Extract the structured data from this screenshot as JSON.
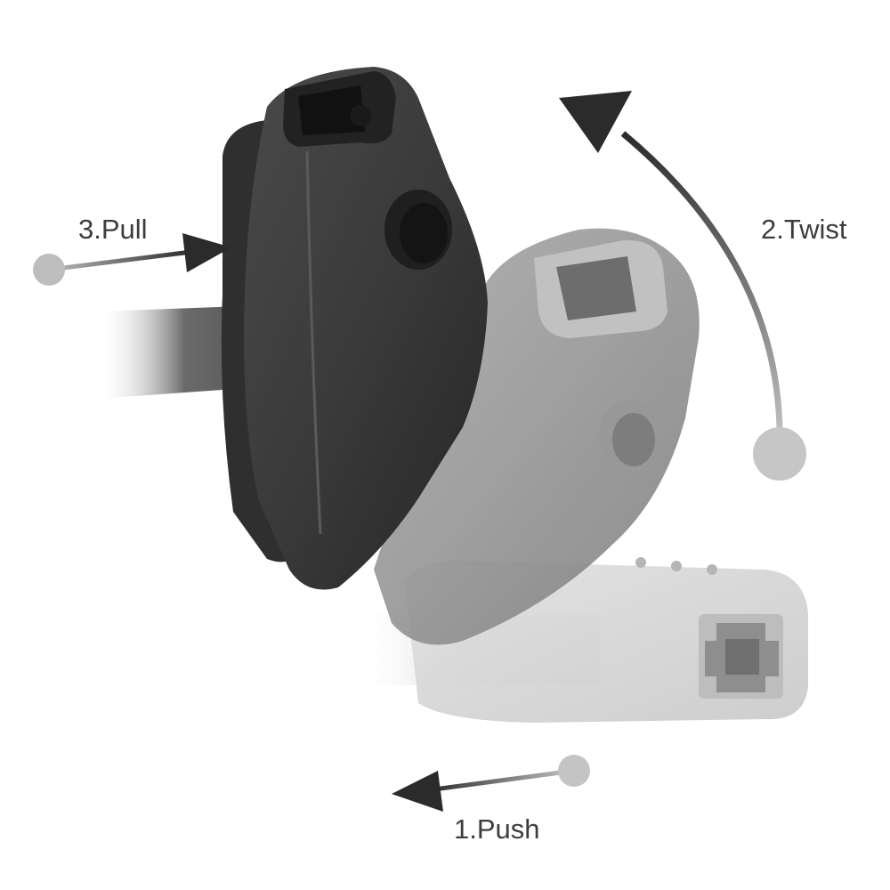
{
  "steps": [
    {
      "number": 1,
      "label": "1.Push"
    },
    {
      "number": 2,
      "label": "2.Twist"
    },
    {
      "number": 3,
      "label": "3.Pull"
    }
  ],
  "colors": {
    "background": "#ffffff",
    "label_text": "#3d3d3d",
    "arrow_dark": "#2b2b2b",
    "arrow_light": "#c4c4c4",
    "connector_dark": "#3a3a3a",
    "connector_mid": "#8d8d8d",
    "connector_light": "#d6d6d6"
  },
  "icons": {
    "push": "arrow-left-icon",
    "twist": "curved-arrow-icon",
    "pull": "arrow-right-icon"
  }
}
